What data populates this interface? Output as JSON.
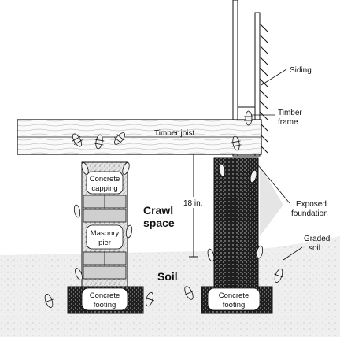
{
  "labels": {
    "siding": "Siding",
    "timber_frame_line1": "Timber",
    "timber_frame_line2": "frame",
    "timber_joist": "Timber joist",
    "clearance": "18 in.",
    "crawl_space_line1": "Crawl",
    "crawl_space_line2": "space",
    "concrete_capping_line1": "Concrete",
    "concrete_capping_line2": "capping",
    "masonry_pier_line1": "Masonry",
    "masonry_pier_line2": "pier",
    "concrete_footing_left_line1": "Concrete",
    "concrete_footing_left_line2": "footing",
    "concrete_footing_right_line1": "Concrete",
    "concrete_footing_right_line2": "footing",
    "exposed_foundation_line1": "Exposed",
    "exposed_foundation_line2": "foundation",
    "graded_soil_line1": "Graded",
    "graded_soil_line2": "soil",
    "soil": "Soil"
  },
  "colors": {
    "ink": "#111111",
    "concrete_light": "#d9d9d9",
    "concrete_dark": "#2a2a2a",
    "soil": "#ececec",
    "termite_fill": "#f2f2f2"
  },
  "icons": [
    "termite-icon"
  ]
}
